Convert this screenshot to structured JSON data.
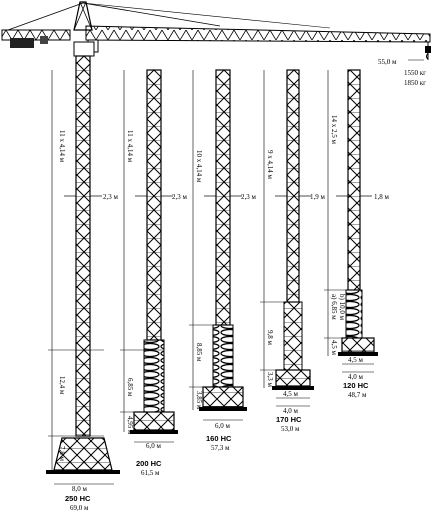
{
  "jib": {
    "reach_label": "55,0 м",
    "load_1": "1550 кг",
    "load_2": "1850 кг"
  },
  "towers": [
    {
      "model": "250 НС",
      "height": "69,0 м",
      "sections": "11 х 4,14 м",
      "mast_width": "2,3 м",
      "dims": [
        "12,4 м",
        "7,8 м"
      ],
      "base_width": "8,0 м"
    },
    {
      "model": "200 НС",
      "height": "61,5 м",
      "sections": "11 х 4,14 м",
      "mast_width": "2,3 м",
      "dims": [
        "6,85 м",
        "4,95 м"
      ],
      "base_width": "6,0 м"
    },
    {
      "model": "160 НС",
      "height": "57,3 м",
      "sections": "10 х 4,14 м",
      "mast_width": "2,3 м",
      "dims": [
        "8,85 м",
        "3,85 м"
      ],
      "base_width": "6,0 м"
    },
    {
      "model": "170 НС",
      "height": "53,0 м",
      "sections": "9 х 4,14 м",
      "mast_width": "1,9 м",
      "dims": [
        "9,8 м",
        "3,3 м"
      ],
      "base_width": [
        "4,5 м",
        "4,0 м"
      ]
    },
    {
      "model": "120 НС",
      "height": "48,7 м",
      "sections": "14 х 2,5 м",
      "mast_width": "1,8 м",
      "dims": [
        "a) 6,85 м",
        "b) 10,0 м",
        "4,5 м"
      ],
      "base_width": [
        "4,5 м",
        "4,0 м"
      ]
    }
  ]
}
